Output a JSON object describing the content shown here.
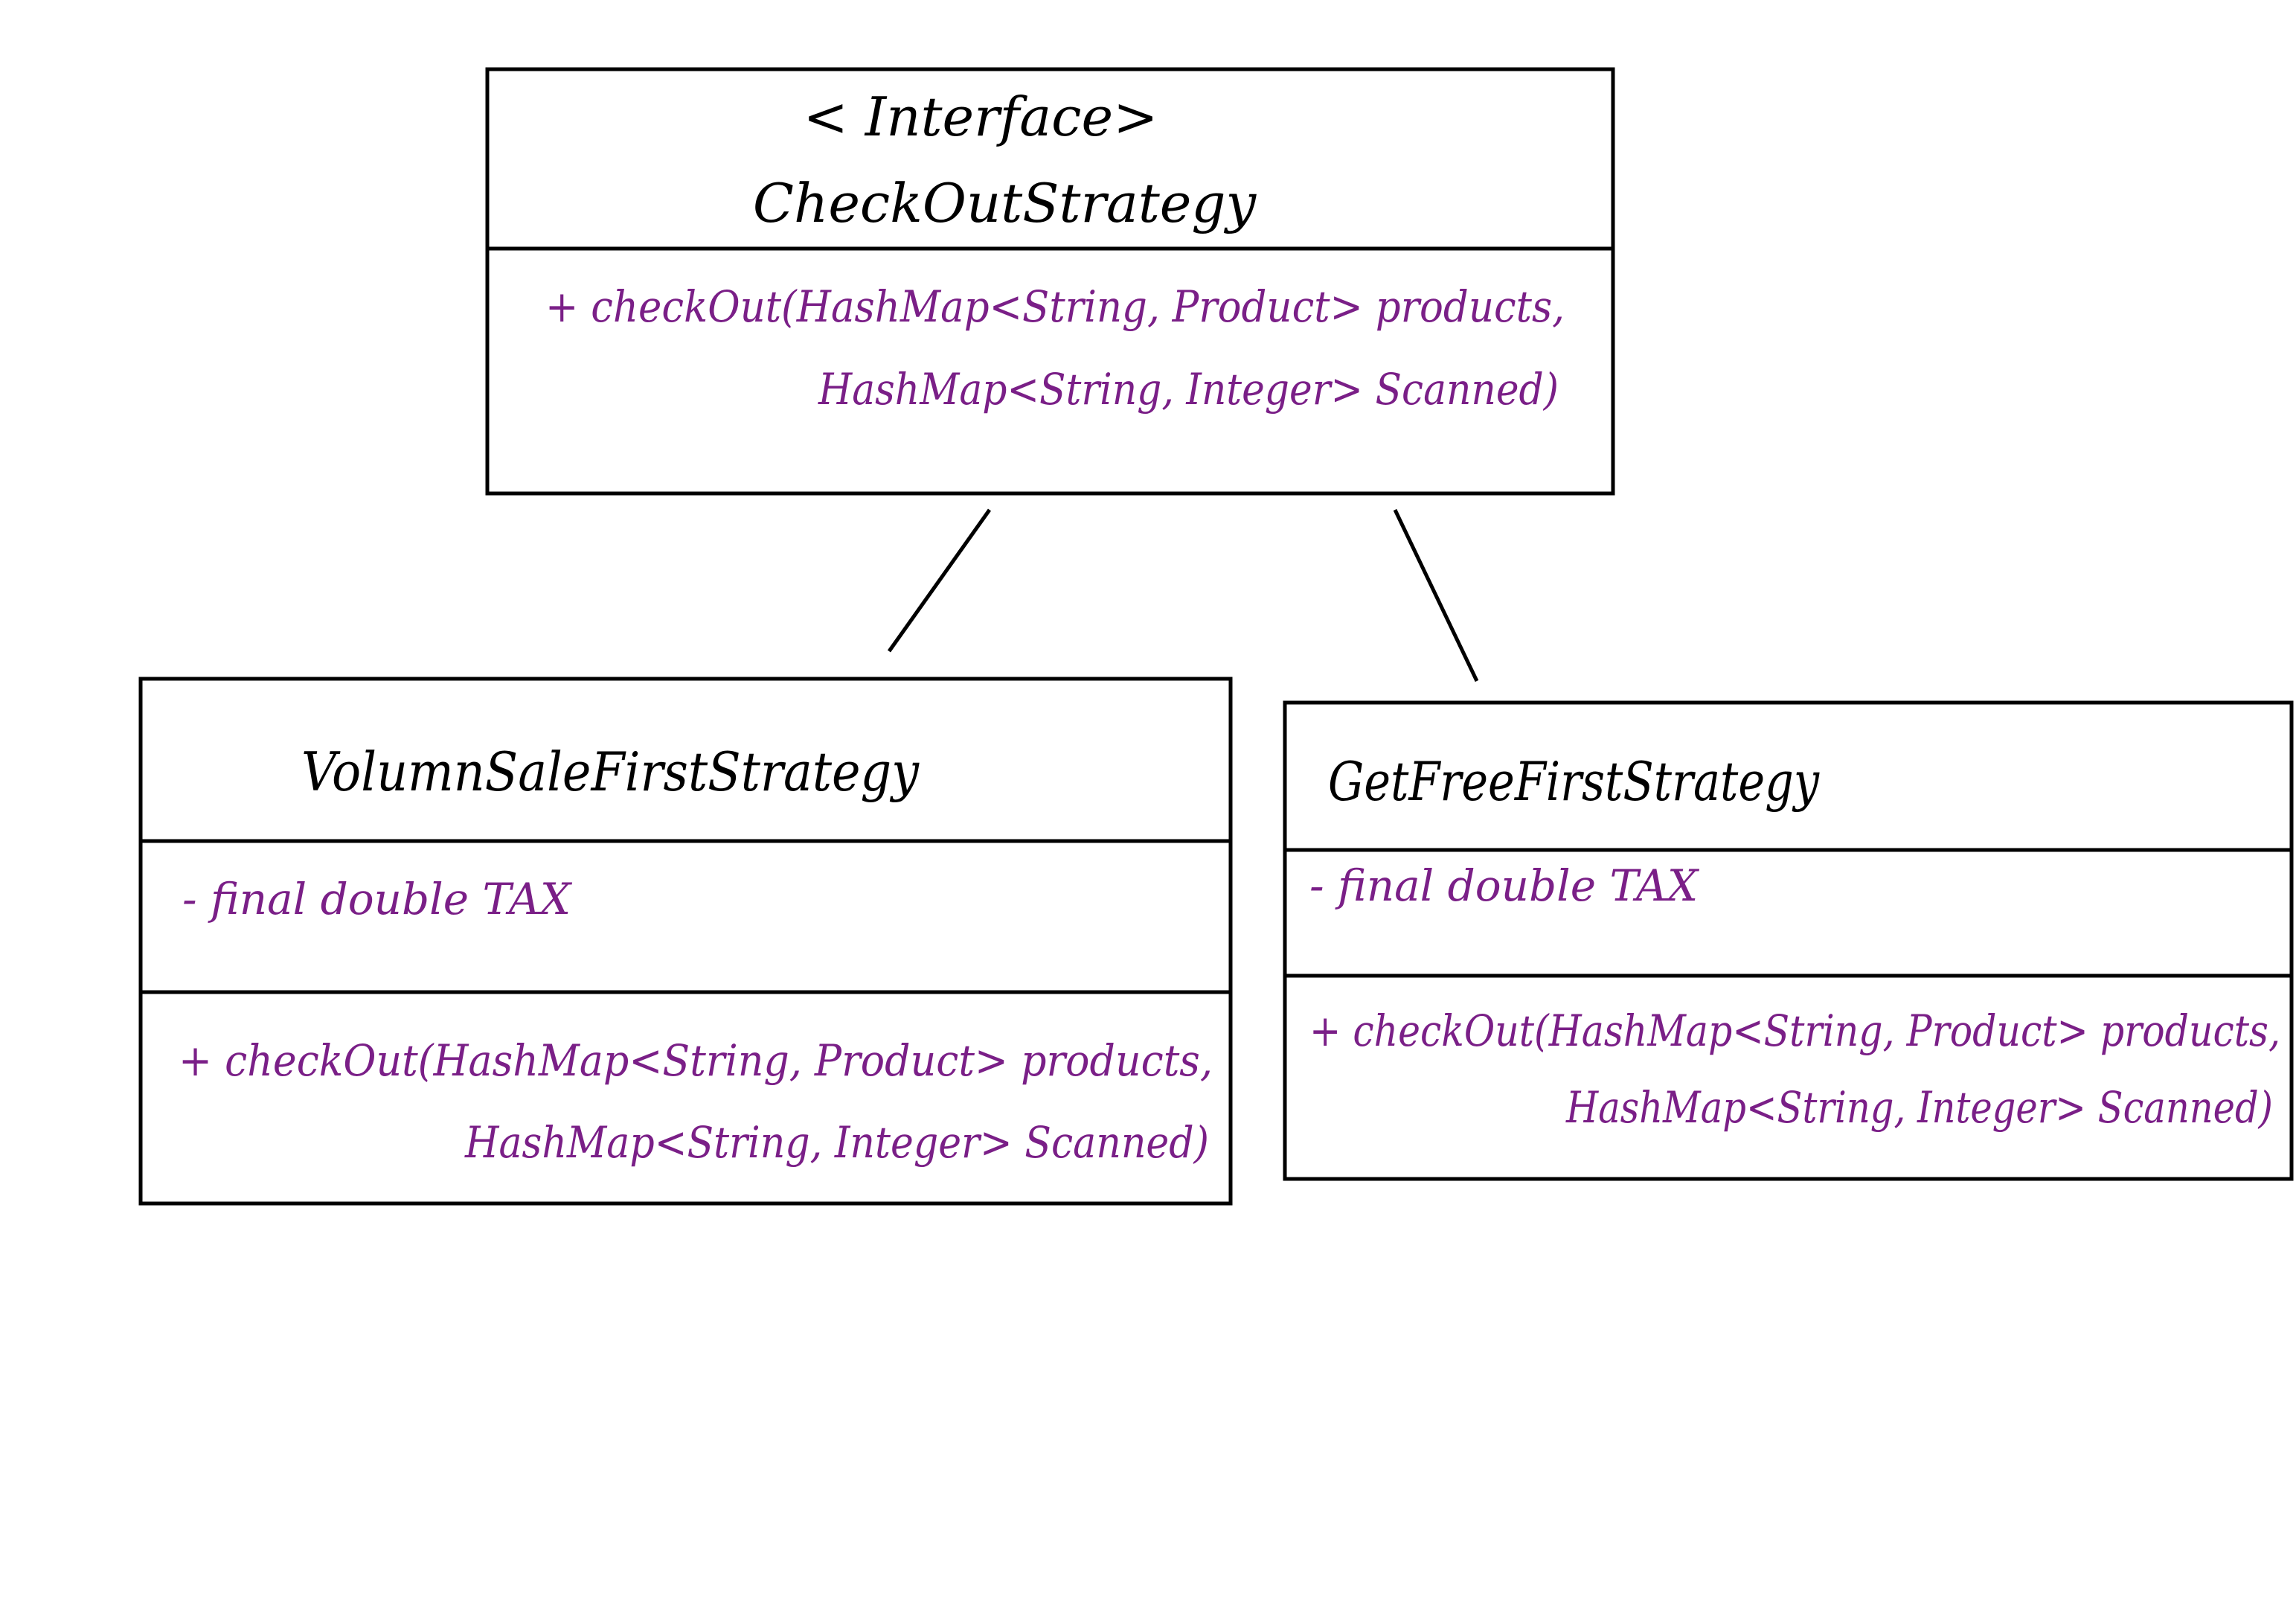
{
  "colors": {
    "title_text": "#000000",
    "member_text": "#7a1f87",
    "lines": "#000000",
    "background": "#ffffff"
  },
  "interface_box": {
    "stereotype": "< Interface>",
    "name": "CheckOutStrategy",
    "methods": [
      {
        "line1": "+ checkOut(HashMap<String, Product> products,",
        "line2": "HashMap<String, Integer> Scanned)"
      }
    ]
  },
  "volume_box": {
    "name": "VolumnSaleFirstStrategy",
    "attributes": [
      "- final double TAX"
    ],
    "methods": [
      {
        "line1": "+ checkOut(HashMap<String, Product> products,",
        "line2": "HashMap<String, Integer> Scanned)"
      }
    ]
  },
  "getfree_box": {
    "name": "GetFreeFirstStrategy",
    "attributes": [
      "- final double TAX"
    ],
    "methods": [
      {
        "line1": "+ checkOut(HashMap<String, Product> products,",
        "line2": "HashMap<String, Integer> Scanned)"
      }
    ]
  }
}
